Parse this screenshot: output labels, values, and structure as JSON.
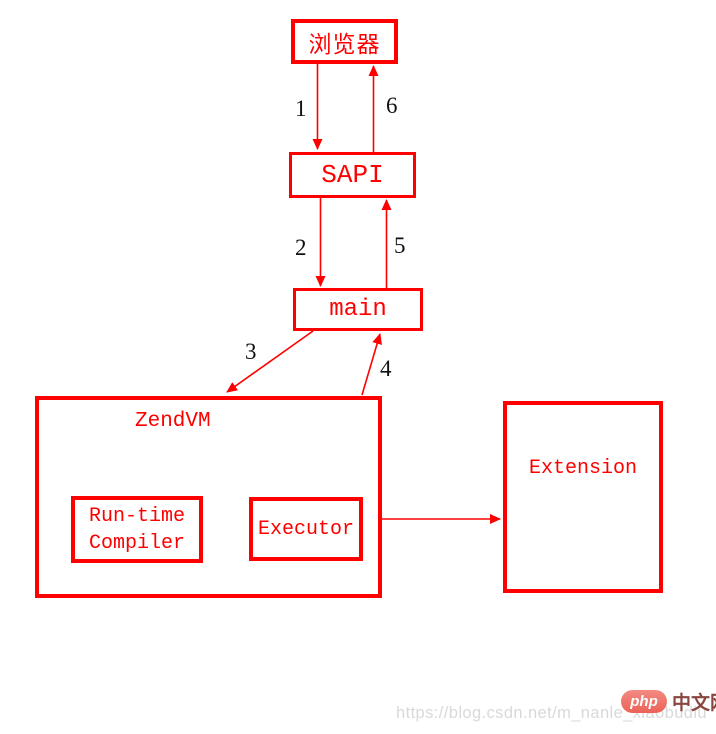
{
  "page": {
    "background": "#ffffff"
  },
  "colors": {
    "accent_red": "#fe0000",
    "edge_label_black": "#111111",
    "watermark_gray": "#d9d9d9",
    "logo_badge_bg": "#ee665c",
    "logo_badge_text": "#ffffff",
    "logo_site_text": "#8a453e"
  },
  "diagram": {
    "nodes": {
      "browser": {
        "label": "浏览器"
      },
      "sapi": {
        "label": "SAPI"
      },
      "main": {
        "label": "main"
      },
      "zendvm": {
        "label": "ZendVM"
      },
      "runtime_compiler": {
        "lines": [
          "Run-time",
          "Compiler"
        ]
      },
      "executor": {
        "label": "Executor"
      },
      "extension": {
        "label": "Extension"
      }
    },
    "edges": [
      {
        "label": "1",
        "from": "browser",
        "to": "sapi",
        "direction": "down"
      },
      {
        "label": "2",
        "from": "sapi",
        "to": "main",
        "direction": "down"
      },
      {
        "label": "3",
        "from": "main",
        "to": "zendvm",
        "direction": "down-left"
      },
      {
        "label": "4",
        "from": "zendvm",
        "to": "main",
        "direction": "up"
      },
      {
        "label": "5",
        "from": "main",
        "to": "sapi",
        "direction": "up"
      },
      {
        "label": "6",
        "from": "sapi",
        "to": "browser",
        "direction": "up"
      },
      {
        "label": "",
        "from": "runtime_compiler",
        "to": "executor",
        "direction": "right"
      },
      {
        "label": "",
        "from": "executor",
        "to": "extension",
        "direction": "bidirectional"
      }
    ]
  },
  "watermark": {
    "url": "https://blog.csdn.net/m_nanle_xiaobudiu",
    "logo": {
      "badge": "php",
      "site": "中文网"
    }
  }
}
